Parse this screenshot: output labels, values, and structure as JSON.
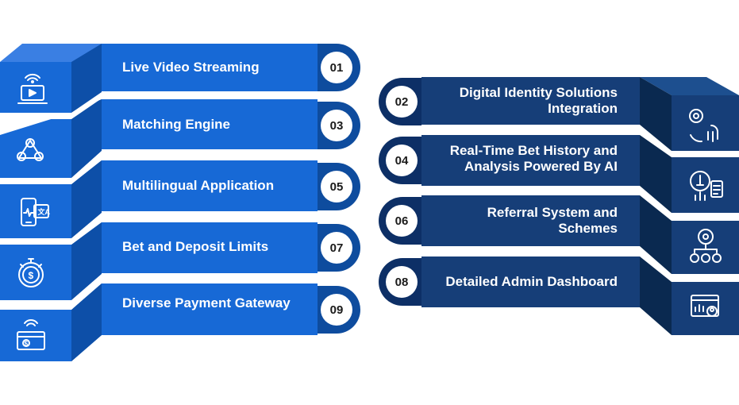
{
  "colors": {
    "left_top": "#2a6fdc",
    "left_front": "#1769d6",
    "left_side": "#0d4fa8",
    "right_front": "#163e78",
    "right_top": "#1d4f8f",
    "right_side": "#0a2950",
    "ring": "#0d2f66",
    "ring_left": "#0e4c9e"
  },
  "left": [
    {
      "num": "01",
      "label": "Live Video Streaming",
      "icon": "laptop-video-icon"
    },
    {
      "num": "03",
      "label": "Matching Engine",
      "icon": "gears-triangle-icon"
    },
    {
      "num": "05",
      "label": "Multilingual Application",
      "icon": "phone-translate-icon"
    },
    {
      "num": "07",
      "label": "Bet and Deposit Limits",
      "icon": "stopwatch-dollar-icon"
    },
    {
      "num": "09",
      "label": "Diverse Payment Gateway",
      "icon": "contactless-card-icon"
    }
  ],
  "right": [
    {
      "num": "02",
      "label": "Digital Identity Solutions Integration",
      "icon": "gear-fingerprint-icon"
    },
    {
      "num": "04",
      "label": "Real-Time Bet History and Analysis Powered By AI",
      "icon": "ai-analysis-icon"
    },
    {
      "num": "06",
      "label": "Referral System and Schemes",
      "icon": "referral-network-icon"
    },
    {
      "num": "08",
      "label": "Detailed Admin Dashboard",
      "icon": "admin-dashboard-icon"
    }
  ]
}
